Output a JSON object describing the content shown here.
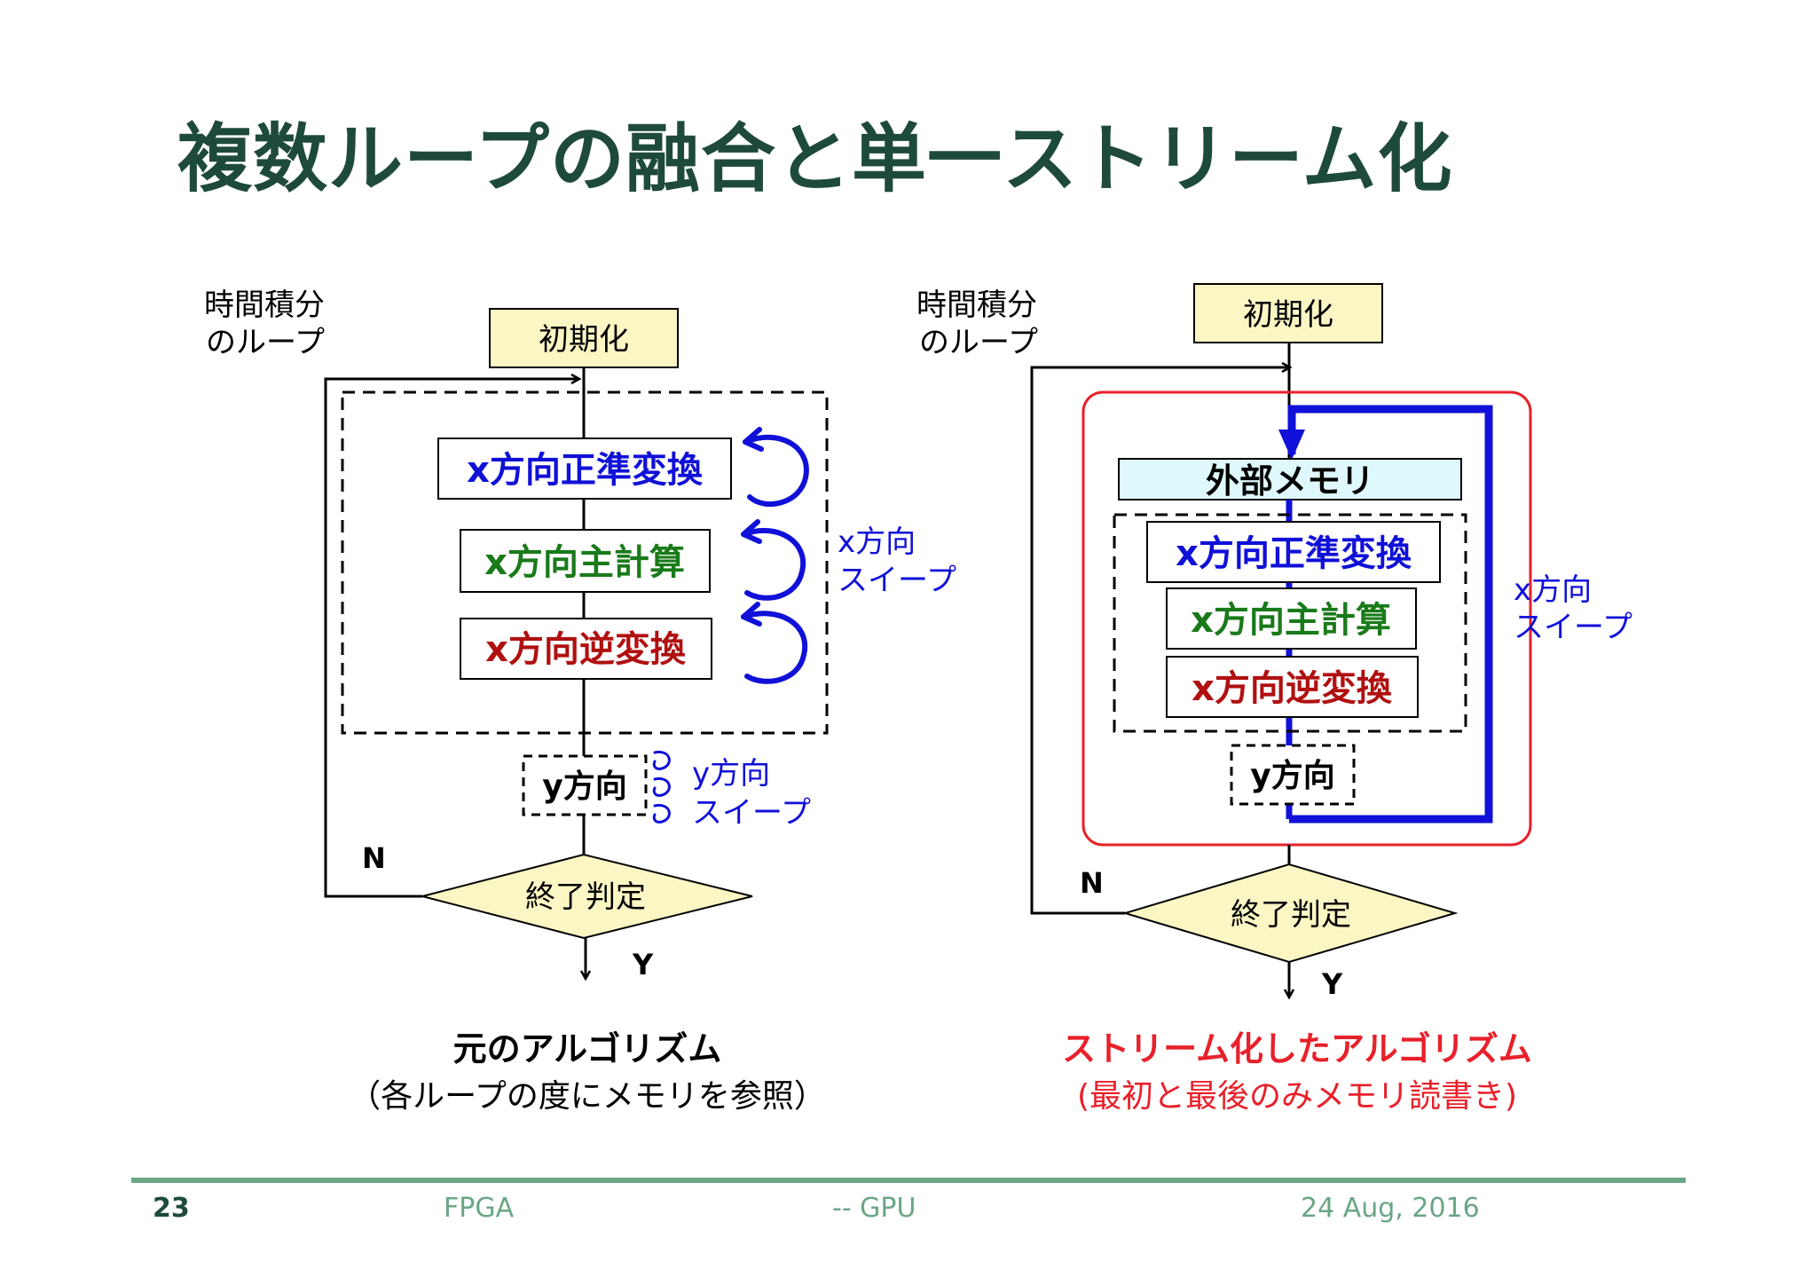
{
  "title": "複数ループの融合と単一ストリーム化",
  "colors": {
    "title": "#1e4a3c",
    "box_fill": "#fbf7c4",
    "memory_fill": "#dff8fb",
    "blue": "#1010d8",
    "green": "#1a7a1a",
    "red": "#b01010",
    "stream_outline": "#e8202a",
    "footer": "#6aa687"
  },
  "left": {
    "loop_label_line1": "時間積分",
    "loop_label_line2": "のループ",
    "init": "初期化",
    "box1": "x方向正準変換",
    "box2": "x方向主計算",
    "box3": "x方向逆変換",
    "sweep_x_line1": "x方向",
    "sweep_x_line2": "スイープ",
    "ybox": "y方向",
    "sweep_y_line1": "y方向",
    "sweep_y_line2": "スイープ",
    "decision": "終了判定",
    "no": "N",
    "yes": "Y",
    "caption1": "元のアルゴリズム",
    "caption2": "（各ループの度にメモリを参照）"
  },
  "right": {
    "loop_label_line1": "時間積分",
    "loop_label_line2": "のループ",
    "init": "初期化",
    "memory": "外部メモリ",
    "box1": "x方向正準変換",
    "box2": "x方向主計算",
    "box3": "x方向逆変換",
    "ybox": "y方向",
    "sweep_x_line1": "x方向",
    "sweep_x_line2": "スイープ",
    "decision": "終了判定",
    "no": "N",
    "yes": "Y",
    "caption1": "ストリーム化したアルゴリズム",
    "caption2": "(最初と最後のみメモリ読書き)"
  },
  "footer": {
    "page": "23",
    "left": "FPGA",
    "center": "-- GPU",
    "date": "24 Aug, 2016"
  },
  "icons": [
    "loop-arrow-icon",
    "small-loop-arrow-icon",
    "arrowhead-icon"
  ]
}
